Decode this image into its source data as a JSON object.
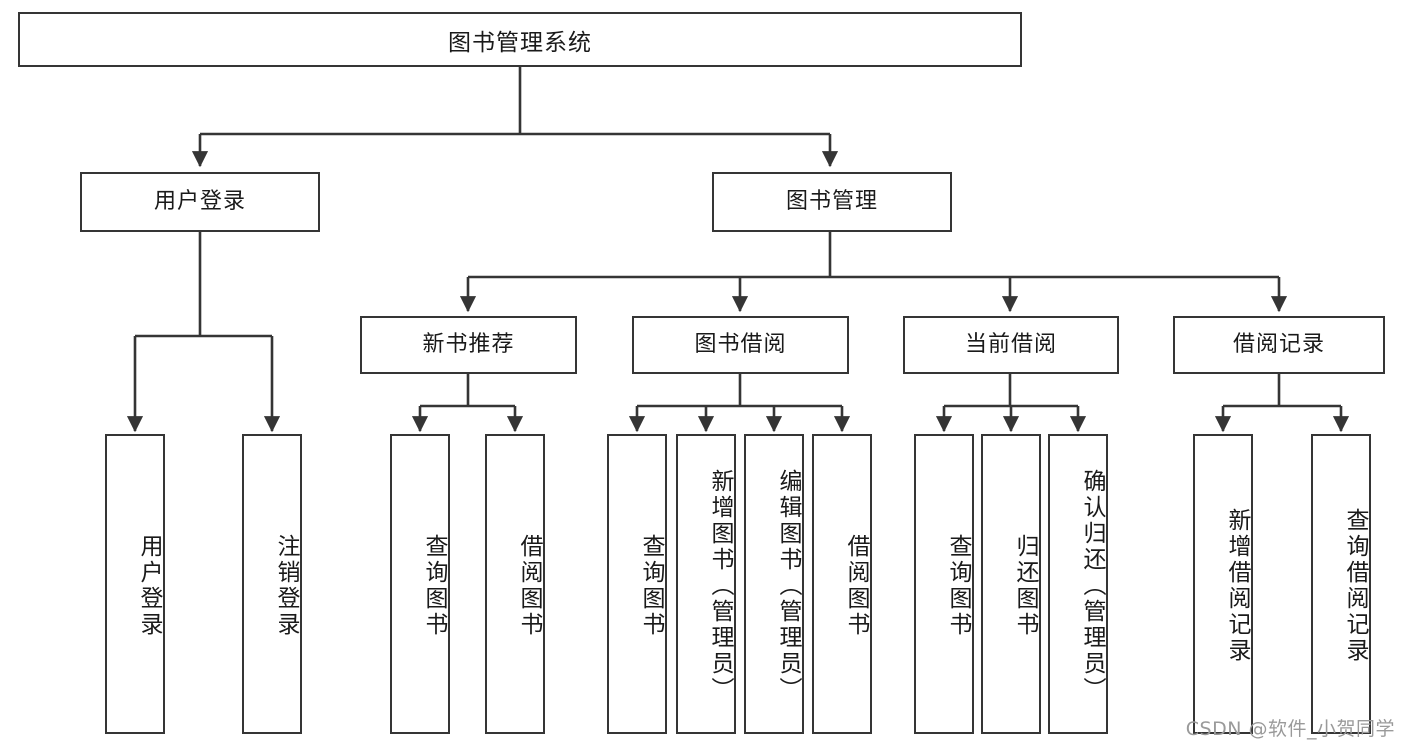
{
  "diagram": {
    "title": "图书管理系统",
    "type": "tree",
    "stroke_color": "#353535",
    "text_color": "#1a1a1a",
    "background_color": "#ffffff",
    "watermark": "CSDN @软件_小贺同学",
    "nodes": {
      "root": {
        "label": "图书管理系统",
        "level": 0
      },
      "l1": [
        {
          "id": "user_login",
          "label": "用户登录"
        },
        {
          "id": "book_manage",
          "label": "图书管理"
        }
      ],
      "l2": [
        {
          "id": "new_book_rec",
          "label": "新书推荐",
          "parent": "book_manage"
        },
        {
          "id": "book_borrow",
          "label": "图书借阅",
          "parent": "book_manage"
        },
        {
          "id": "current_borrow",
          "label": "当前借阅",
          "parent": "book_manage"
        },
        {
          "id": "borrow_record",
          "label": "借阅记录",
          "parent": "book_manage"
        }
      ],
      "leaves": {
        "user_login": [
          {
            "id": "leaf_user_login",
            "label": "用户登录"
          },
          {
            "id": "leaf_user_logout",
            "label": "注销登录"
          }
        ],
        "new_book_rec": [
          {
            "id": "leaf_query_book_1",
            "label": "查询图书"
          },
          {
            "id": "leaf_borrow_book_1",
            "label": "借阅图书"
          }
        ],
        "book_borrow": [
          {
            "id": "leaf_query_book_2",
            "label": "查询图书"
          },
          {
            "id": "leaf_add_book",
            "label": "新增图书（管理员）"
          },
          {
            "id": "leaf_edit_book",
            "label": "编辑图书（管理员）"
          },
          {
            "id": "leaf_borrow_book_2",
            "label": "借阅图书"
          }
        ],
        "current_borrow": [
          {
            "id": "leaf_query_book_3",
            "label": "查询图书"
          },
          {
            "id": "leaf_return_book",
            "label": "归还图书"
          },
          {
            "id": "leaf_confirm_return",
            "label": "确认归还（管理员）"
          }
        ],
        "borrow_record": [
          {
            "id": "leaf_add_record",
            "label": "新增借阅记录"
          },
          {
            "id": "leaf_query_record",
            "label": "查询借阅记录"
          }
        ]
      }
    }
  }
}
